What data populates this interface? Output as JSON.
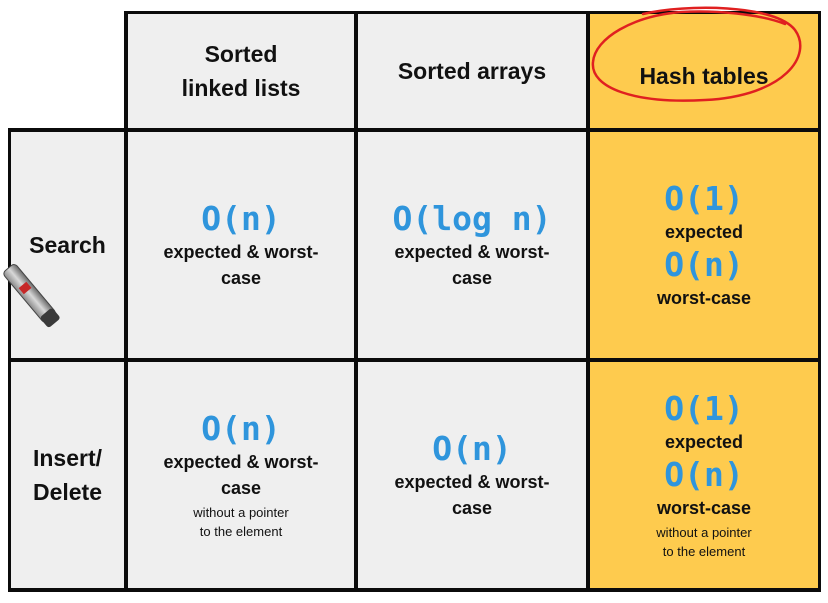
{
  "columns": [
    "Sorted\nlinked lists",
    "Sorted arrays",
    "Hash tables"
  ],
  "rows": [
    {
      "label": "Search",
      "cells": [
        {
          "parts": [
            {
              "big": "O(n)",
              "text": "expected & worst-\ncase"
            }
          ],
          "note": ""
        },
        {
          "parts": [
            {
              "big": "O(log n)",
              "text": "expected & worst-\ncase"
            }
          ],
          "note": ""
        },
        {
          "parts": [
            {
              "big": "O(1)",
              "text": "expected"
            },
            {
              "big": "O(n)",
              "text": "worst-case"
            }
          ],
          "note": ""
        }
      ]
    },
    {
      "label": "Insert/\nDelete",
      "cells": [
        {
          "parts": [
            {
              "big": "O(n)",
              "text": "expected & worst-\ncase"
            }
          ],
          "note": "without a pointer\nto the element"
        },
        {
          "parts": [
            {
              "big": "O(n)",
              "text": "expected & worst-\ncase"
            }
          ],
          "note": ""
        },
        {
          "parts": [
            {
              "big": "O(1)",
              "text": "expected"
            },
            {
              "big": "O(n)",
              "text": "worst-case"
            }
          ],
          "note": "without a pointer\nto the element"
        }
      ]
    }
  ],
  "colors": {
    "highlight": "#fecb4e",
    "cell": "#efefef",
    "complexity": "#2f95dc",
    "annotation": "#e02020"
  },
  "icons": [
    "pen-icon",
    "red-circle-annotation"
  ]
}
